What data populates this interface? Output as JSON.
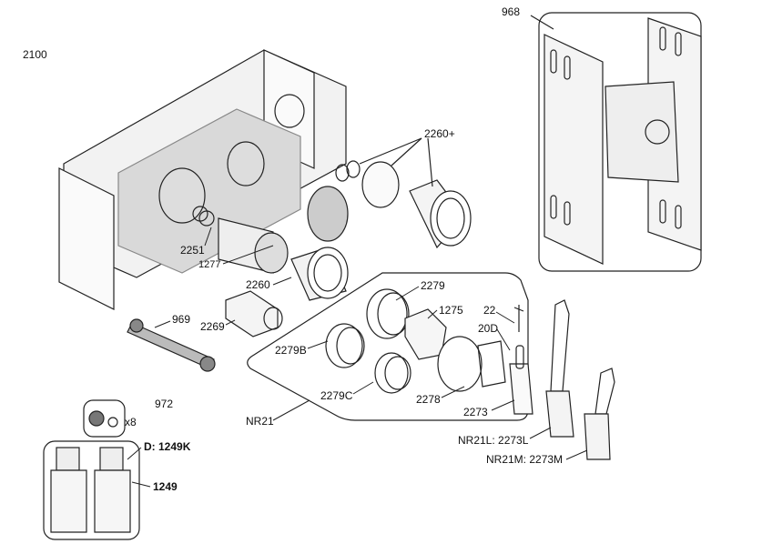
{
  "labels": {
    "assembly": "2100",
    "bracket": "968",
    "cartridge_set": "2260+",
    "o_rings": "2251",
    "spindle": "1277",
    "nut_2260": "2260",
    "sleeve_2279": "2279",
    "wrench": "969",
    "hex_tool": "2269",
    "insert_1275": "1275",
    "allen_key": "22",
    "screw_20d": "20D",
    "sleeve_2279b": "2279B",
    "sleeve_2279c": "2279C",
    "cap_2278": "2278",
    "spout_2273": "2273",
    "kit_nr21": "NR21",
    "plugs": "972",
    "plugs_qty": "x8",
    "fitting_1249k": "D: 1249K",
    "fitting_1249": "1249",
    "spout_long": "NR21L: 2273L",
    "spout_medium": "NR21M: 2273M"
  }
}
